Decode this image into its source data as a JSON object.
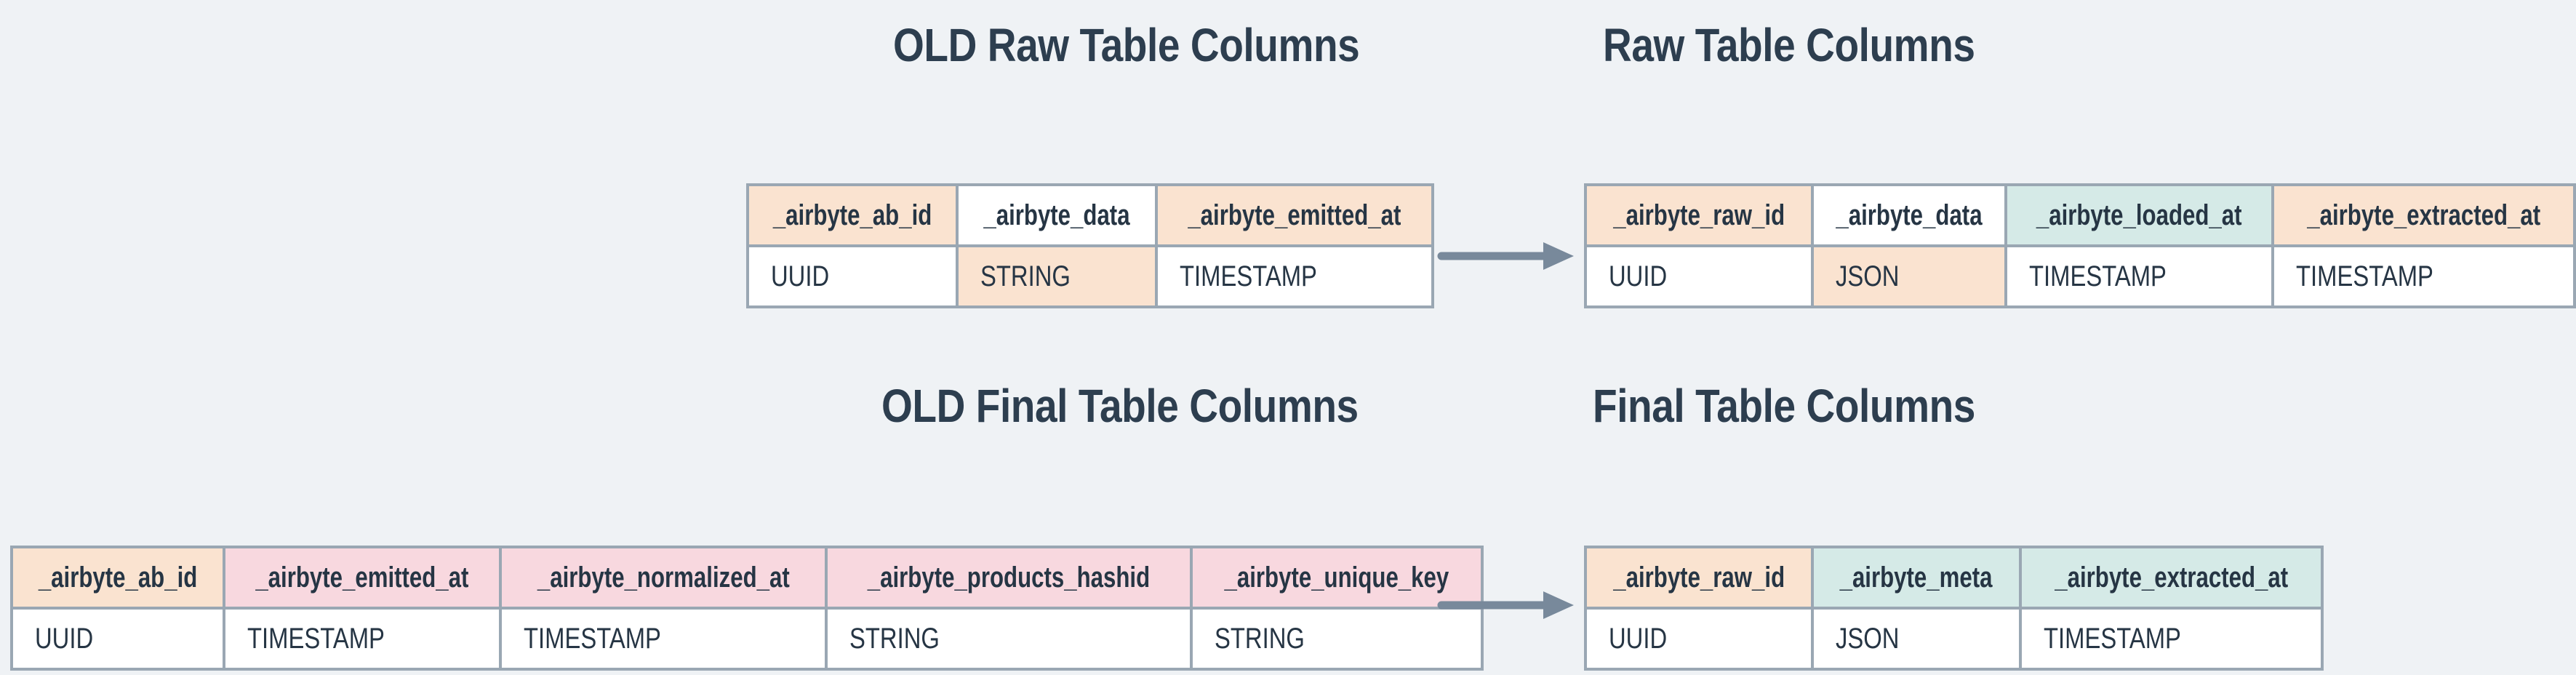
{
  "colors": {
    "background": "#eff2f5",
    "border": "#9aa7b3",
    "text": "#263544",
    "title_text": "#2d3e4f",
    "arrow": "#78899b",
    "peach": "#fae3d0",
    "pink": "#f8d8df",
    "teal": "#d5eae7",
    "white": "#ffffff"
  },
  "sections": {
    "old_raw": {
      "title": "OLD Raw Table Columns"
    },
    "raw": {
      "title": "Raw Table Columns"
    },
    "old_final": {
      "title": "OLD Final Table Columns"
    },
    "final": {
      "title": "Final Table Columns"
    }
  },
  "tables": {
    "old_raw": {
      "columns": [
        {
          "name": "_airbyte_ab_id",
          "type": "UUID",
          "header_fill": "peach",
          "type_fill": "white"
        },
        {
          "name": "_airbyte_data",
          "type": "STRING",
          "header_fill": "white",
          "type_fill": "peach"
        },
        {
          "name": "_airbyte_emitted_at",
          "type": "TIMESTAMP",
          "header_fill": "peach",
          "type_fill": "white"
        }
      ]
    },
    "raw": {
      "columns": [
        {
          "name": "_airbyte_raw_id",
          "type": "UUID",
          "header_fill": "peach",
          "type_fill": "white"
        },
        {
          "name": "_airbyte_data",
          "type": "JSON",
          "header_fill": "white",
          "type_fill": "peach"
        },
        {
          "name": "_airbyte_loaded_at",
          "type": "TIMESTAMP",
          "header_fill": "teal",
          "type_fill": "white"
        },
        {
          "name": "_airbyte_extracted_at",
          "type": "TIMESTAMP",
          "header_fill": "peach",
          "type_fill": "white"
        }
      ]
    },
    "old_final": {
      "columns": [
        {
          "name": "_airbyte_ab_id",
          "type": "UUID",
          "header_fill": "peach",
          "type_fill": "white"
        },
        {
          "name": "_airbyte_emitted_at",
          "type": "TIMESTAMP",
          "header_fill": "pink",
          "type_fill": "white"
        },
        {
          "name": "_airbyte_normalized_at",
          "type": "TIMESTAMP",
          "header_fill": "pink",
          "type_fill": "white"
        },
        {
          "name": "_airbyte_products_hashid",
          "type": "STRING",
          "header_fill": "pink",
          "type_fill": "white"
        },
        {
          "name": "_airbyte_unique_key",
          "type": "STRING",
          "header_fill": "pink",
          "type_fill": "white"
        }
      ]
    },
    "final": {
      "columns": [
        {
          "name": "_airbyte_raw_id",
          "type": "UUID",
          "header_fill": "peach",
          "type_fill": "white"
        },
        {
          "name": "_airbyte_meta",
          "type": "JSON",
          "header_fill": "teal",
          "type_fill": "white"
        },
        {
          "name": "_airbyte_extracted_at",
          "type": "TIMESTAMP",
          "header_fill": "teal",
          "type_fill": "white"
        }
      ]
    }
  }
}
